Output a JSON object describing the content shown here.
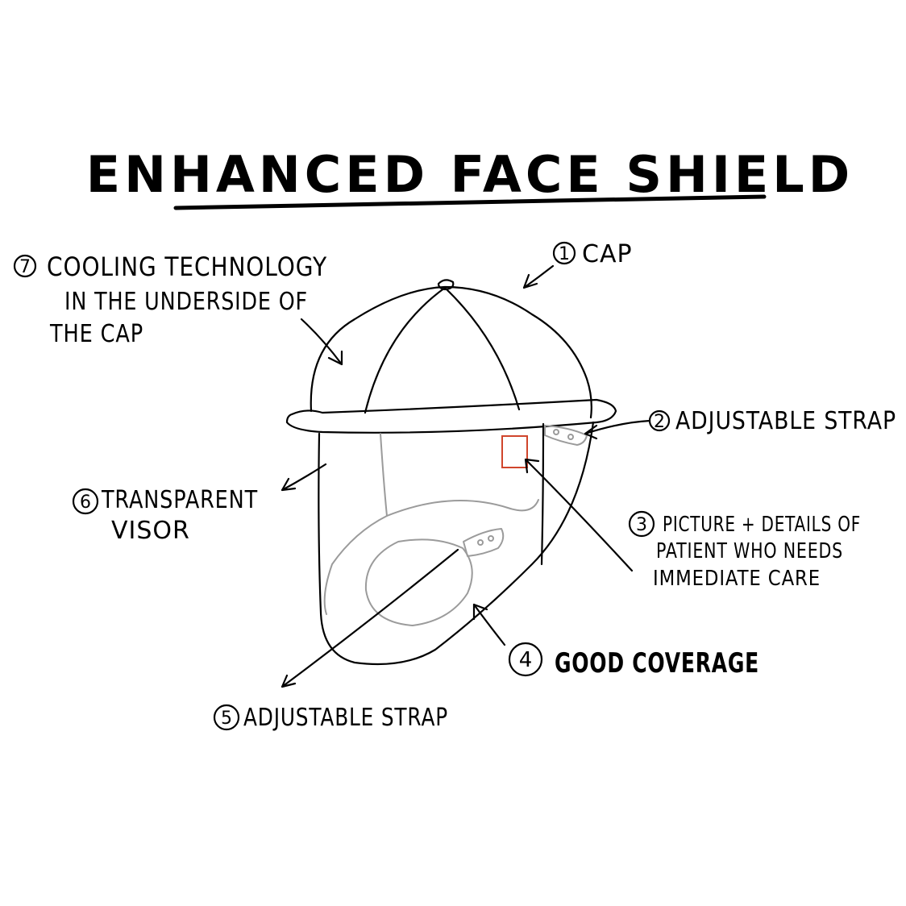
{
  "title": "ENHANCED FACE SHIELD",
  "colors": {
    "ink": "#000000",
    "grey": "#9b9b9b",
    "photo_box": "#d0452c"
  },
  "labels": {
    "cap": {
      "number": "1",
      "lines": [
        "CAP"
      ]
    },
    "strap_top": {
      "number": "2",
      "lines": [
        "ADJUSTABLE STRAP"
      ]
    },
    "picture": {
      "number": "3",
      "lines": [
        "PICTURE + DETAILS OF",
        "PATIENT WHO NEEDS",
        "IMMEDIATE CARE"
      ]
    },
    "coverage": {
      "number": "4",
      "lines": [
        "GOOD COVERAGE"
      ]
    },
    "strap_bottom": {
      "number": "5",
      "lines": [
        "ADJUSTABLE STRAP"
      ]
    },
    "visor": {
      "number": "6",
      "lines": [
        "TRANSPARENT",
        "VISOR"
      ]
    },
    "cooling": {
      "number": "7",
      "lines": [
        "COOLING TECHNOLOGY",
        "IN THE UNDERSIDE OF",
        "THE CAP"
      ]
    }
  }
}
